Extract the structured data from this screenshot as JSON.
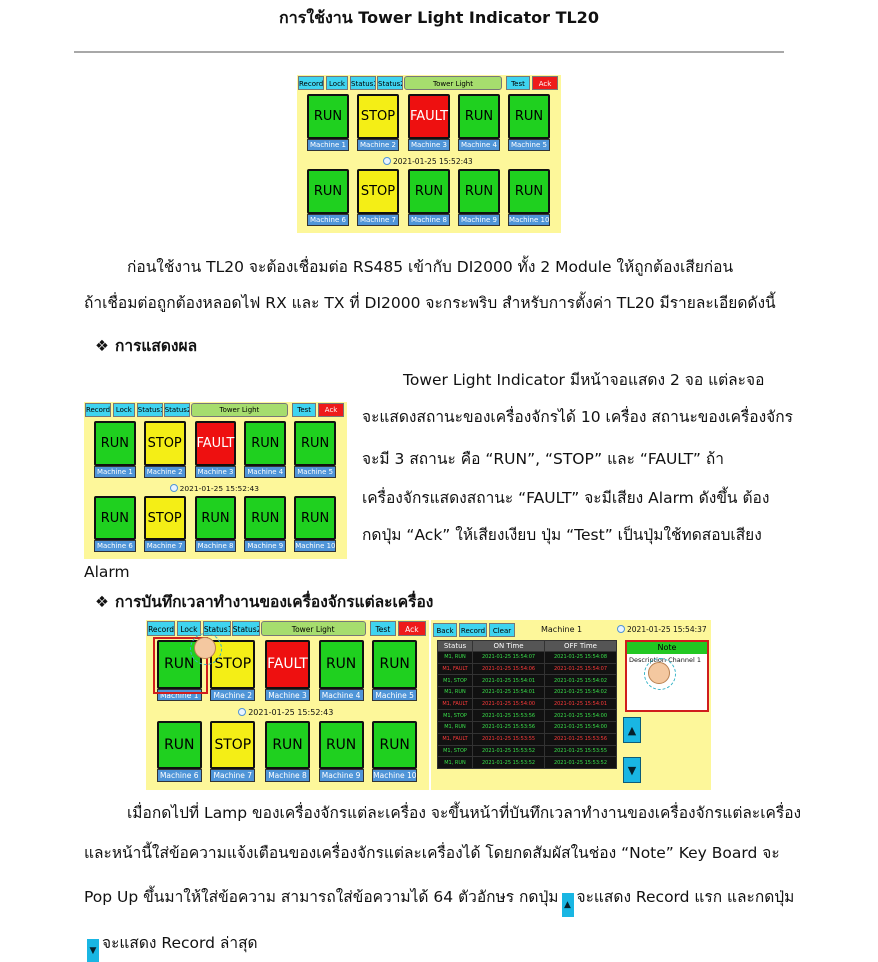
{
  "doc": {
    "title": "การใช้งาน Tower Light Indicator TL20",
    "intro_line1": "ก่อนใช้งาน TL20  จะต้องเชื่อมต่อ RS485  เข้ากับ DI2000  ทั้ง 2  Module  ให้ถูกต้องเสียก่อน",
    "intro_line2": "ถ้าเชื่อมต่อถูกต้องหลอดไฟ RX และ TX ที่ DI2000 จะกระพริบ สำหรับการตั้งค่า TL20 มีรายละเอียดดังนี้",
    "heading_display": "การแสดงผล",
    "display_p1": "Tower Light Indicator มีหน้าจอแสดง 2 จอ แต่ละจอ",
    "display_p2": "จะแสดงสถานะของเครื่องจักรได้ 10  เครื่อง สถานะของเครื่องจักร",
    "display_p3": "จะมี 3   สถานะ คือ “RUN”,    “STOP”   และ “FAULT”   ถ้า",
    "display_p4": "เครื่องจักรแสดงสถานะ “FAULT”  จะมีเสียง Alarm  ดังขึ้น ต้อง",
    "display_p5": "กดปุ่ม “Ack”   ให้เสียงเงียบ ปุ่ม “Test”   เป็นปุ่มใช้ทดสอบเสียง",
    "display_p6": "Alarm",
    "heading_record": "การบันทึกเวลาทำงานของเครื่องจักรแต่ละเครื่อง",
    "record_p1": "เมื่อกดไปที่ Lamp ของเครื่องจักรแต่ละเครื่อง จะขึ้นหน้าที่บันทึกเวลาทำงานของเครื่องจักรแต่ละเครื่อง",
    "record_p2": "และหน้านี้ใส่ข้อความแจ้งเตือนของเครื่องจักรแต่ละเครื่องได้ โดยกดสัมผัสในช่อง “Note”  Key  Board  จะ",
    "record_p3a": "Pop Up ขึ้นมาให้ใส่ข้อความ สามารถใส่ข้อความได้ 64 ตัวอักษร กดปุ่ม",
    "record_p3b": "จะแสดง Record แรก และกดปุ่ม",
    "record_p4": "จะแสดง Record ล่าสุด"
  },
  "hmi": {
    "buttons": {
      "record": "Record",
      "lock": "Lock",
      "status1": "Status1",
      "status2": "Status2",
      "tower_light": "Tower Light",
      "test": "Test",
      "ack": "Ack"
    },
    "timestamp": "2021-01-25 15:52:43",
    "lamps": [
      {
        "status": "RUN",
        "label": "Machine 1"
      },
      {
        "status": "STOP",
        "label": "Machine 2"
      },
      {
        "status": "FAULT",
        "label": "Machine 3"
      },
      {
        "status": "RUN",
        "label": "Machine 4"
      },
      {
        "status": "RUN",
        "label": "Machine 5"
      },
      {
        "status": "RUN",
        "label": "Machine 6"
      },
      {
        "status": "STOP",
        "label": "Machine 7"
      },
      {
        "status": "RUN",
        "label": "Machine 8"
      },
      {
        "status": "RUN",
        "label": "Machine 9"
      },
      {
        "status": "RUN",
        "label": "Machine 10"
      }
    ],
    "lamps_panel2": [
      {
        "status": "RUN",
        "label": "Machine 1"
      },
      {
        "status": "STOP",
        "label": "Machine 2"
      },
      {
        "status": "FAULT",
        "label": "Machine 3"
      },
      {
        "status": "RUN",
        "label": "Machine 4"
      },
      {
        "status": "RUN",
        "label": "Machine 5"
      },
      {
        "status": "RUN",
        "label": "Machine 6"
      },
      {
        "status": "STOP",
        "label": "Machine 7"
      },
      {
        "status": "RUN",
        "label": "Machine 8"
      },
      {
        "status": "RUN",
        "label": "Machine 9"
      },
      {
        "status": "RUN",
        "label": "Machine 10"
      }
    ]
  },
  "record_screen": {
    "back": "Back",
    "record": "Record",
    "clear": "Clear",
    "machine": "Machine 1",
    "timestamp": "2021-01-25 15:54:37",
    "columns": [
      "Status",
      "ON Time",
      "OFF Time"
    ],
    "rows": [
      {
        "status": "M1, RUN",
        "on": "2021-01-25 15:54:07",
        "off": "2021-01-25 15:54:08",
        "color": "g"
      },
      {
        "status": "M1, FAULT",
        "on": "2021-01-25 15:54:06",
        "off": "2021-01-25 15:54:07",
        "color": "r"
      },
      {
        "status": "M1, STOP",
        "on": "2021-01-25 15:54:01",
        "off": "2021-01-25 15:54:02",
        "color": "g"
      },
      {
        "status": "M1, RUN",
        "on": "2021-01-25 15:54:01",
        "off": "2021-01-25 15:54:02",
        "color": "g"
      },
      {
        "status": "M1, FAULT",
        "on": "2021-01-25 15:54:00",
        "off": "2021-01-25 15:54:01",
        "color": "r"
      },
      {
        "status": "M1, STOP",
        "on": "2021-01-25 15:53:56",
        "off": "2021-01-25 15:54:00",
        "color": "g"
      },
      {
        "status": "M1, RUN",
        "on": "2021-01-25 15:53:56",
        "off": "2021-01-25 15:54:00",
        "color": "g"
      },
      {
        "status": "M1, FAULT",
        "on": "2021-01-25 15:53:55",
        "off": "2021-01-25 15:53:56",
        "color": "r"
      },
      {
        "status": "M1, STOP",
        "on": "2021-01-25 15:53:52",
        "off": "2021-01-25 15:53:55",
        "color": "g"
      },
      {
        "status": "M1, RUN",
        "on": "2021-01-25 15:53:52",
        "off": "2021-01-25 15:53:52",
        "color": "g"
      }
    ],
    "note_title": "Note",
    "note_desc": "Description Channel 1"
  },
  "colors": {
    "run": "#1fd01f",
    "stop": "#f4ee16",
    "fault": "#ee1010",
    "panel": "#fdf79a",
    "label": "#4f95d8"
  },
  "icons": {
    "scroll_first": "first-record-icon",
    "scroll_last": "last-record-icon",
    "clock": "clock-icon",
    "touch": "hand-touch-icon"
  }
}
